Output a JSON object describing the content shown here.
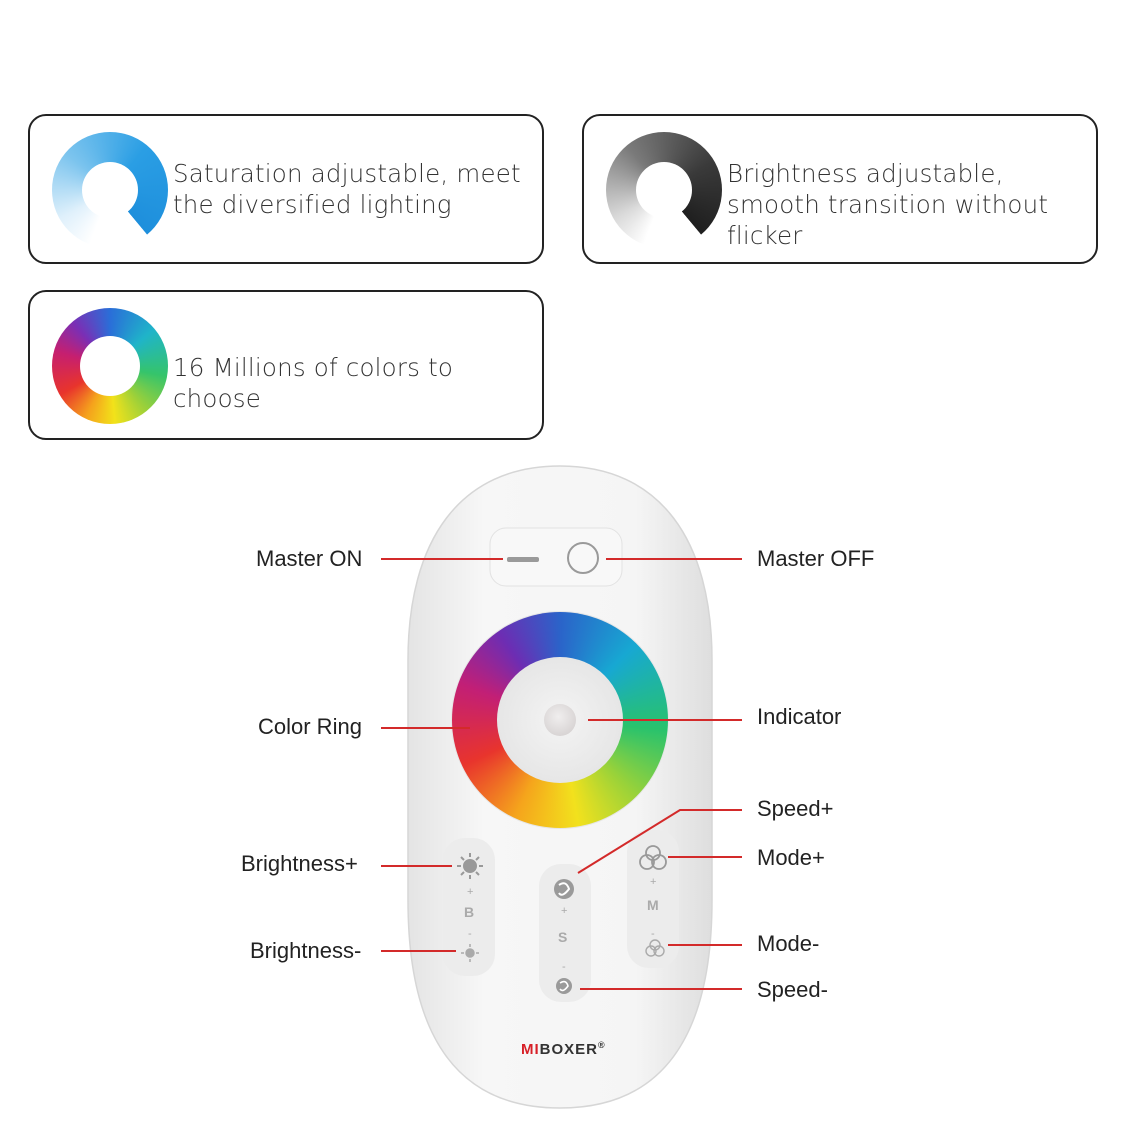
{
  "features": {
    "saturation": {
      "text": "Saturation adjustable, meet the diversified lighting",
      "icon": "blue-saturation-ring-icon"
    },
    "brightness": {
      "text": "Brightness adjustable, smooth transition without flicker",
      "icon": "gray-brightness-ring-icon"
    },
    "colors": {
      "text": "16 Millions of colors to choose",
      "icon": "rgb-color-ring-icon"
    }
  },
  "remote": {
    "callouts": {
      "master_on": "Master ON",
      "master_off": "Master OFF",
      "color_ring": "Color Ring",
      "indicator": "Indicator",
      "speed_plus": "Speed+",
      "mode_plus": "Mode+",
      "brightness_plus": "Brightness+",
      "brightness_minus": "Brightness-",
      "mode_minus": "Mode-",
      "speed_minus": "Speed-"
    },
    "keys": {
      "b": "B",
      "s": "S",
      "m": "M",
      "plus": "+",
      "minus": "-"
    },
    "brand": {
      "prefix": "MI",
      "suffix": "BOXER",
      "reg": "®"
    },
    "colors": {
      "callout_line": "#d32a2a",
      "body": "#f2f2f2"
    }
  }
}
